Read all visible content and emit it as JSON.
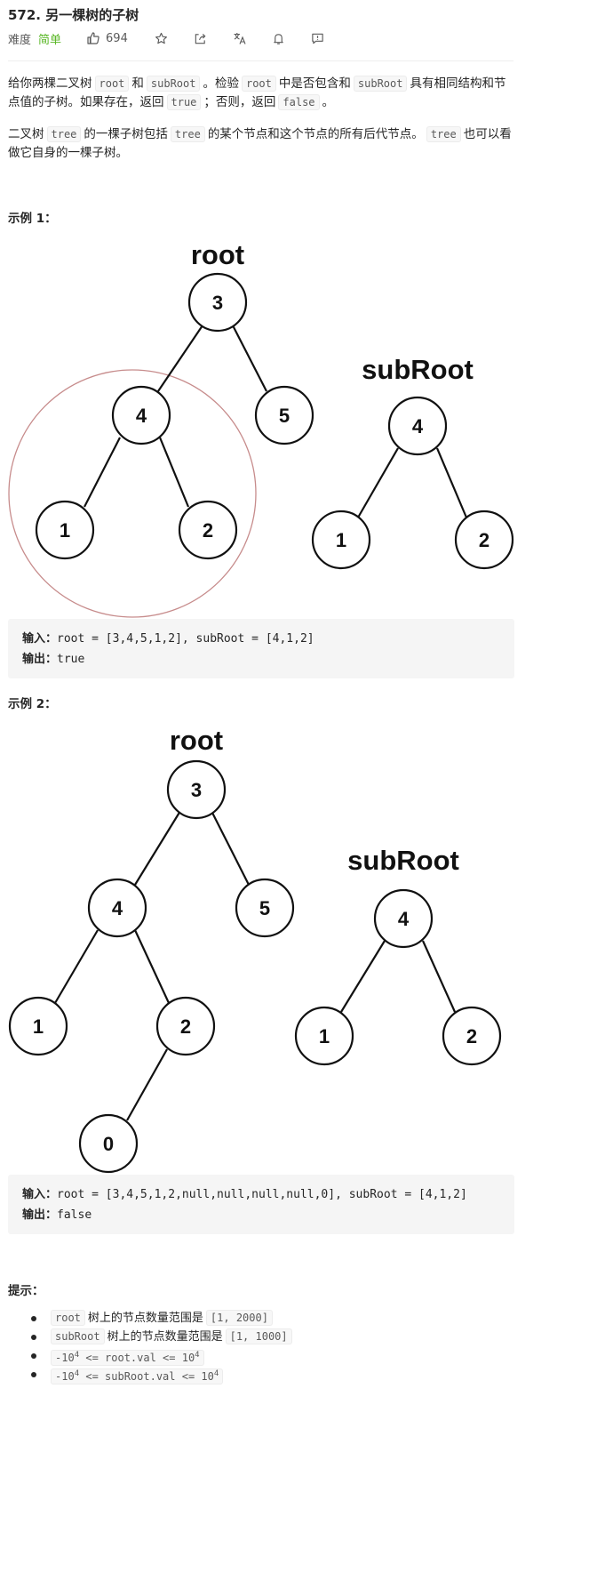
{
  "problem": {
    "title": "572. 另一棵树的子树",
    "difficulty_label": "难度",
    "difficulty": "简单",
    "likes": "694"
  },
  "toolbar": {
    "icons": [
      "thumb-up-icon",
      "star-icon",
      "share-icon",
      "translate-icon",
      "bell-icon",
      "comment-icon"
    ]
  },
  "description": {
    "p1": {
      "t1": "给你两棵二叉树",
      "c1": "root",
      "t2": "和",
      "c2": "subRoot",
      "t3": "。检验",
      "c3": "root",
      "t4": "中是否包含和",
      "c4": "subRoot",
      "t5": "具有相同结构和节点值的子树。如果存在，返回",
      "c5": "true",
      "t6": "；否则，返回",
      "c6": "false",
      "t7": "。"
    },
    "p2": {
      "t1": "二叉树",
      "c1": "tree",
      "t2": "的一棵子树包括",
      "c2": "tree",
      "t3": "的某个节点和这个节点的所有后代节点。",
      "c3": "tree",
      "t4": "也可以看做它自身的一棵子树。"
    }
  },
  "examples": [
    {
      "title": "示例 1：",
      "root_label": "root",
      "sub_label": "subRoot",
      "root_nodes": [
        "3",
        "4",
        "5",
        "1",
        "2"
      ],
      "sub_nodes": [
        "4",
        "1",
        "2"
      ],
      "input_label": "输入：",
      "input": "root = [3,4,5,1,2], subRoot = [4,1,2]",
      "output_label": "输出：",
      "output": "true"
    },
    {
      "title": "示例 2：",
      "root_label": "root",
      "sub_label": "subRoot",
      "root_nodes": [
        "3",
        "4",
        "5",
        "1",
        "2",
        "0"
      ],
      "sub_nodes": [
        "4",
        "1",
        "2"
      ],
      "input_label": "输入：",
      "input": "root = [3,4,5,1,2,null,null,null,null,0], subRoot = [4,1,2]",
      "output_label": "输出：",
      "output": "false"
    }
  ],
  "tips": {
    "title": "提示：",
    "items": [
      {
        "code": "root",
        "text": "树上的节点数量范围是",
        "range": "[1, 2000]"
      },
      {
        "code": "subRoot",
        "text": "树上的节点数量范围是",
        "range": "[1, 1000]"
      },
      {
        "pre": "-10",
        "sup1": "4",
        "mid": "<= root.val <= 10",
        "sup2": "4"
      },
      {
        "pre": "-10",
        "sup1": "4",
        "mid": "<= subRoot.val <= 10",
        "sup2": "4"
      }
    ]
  }
}
